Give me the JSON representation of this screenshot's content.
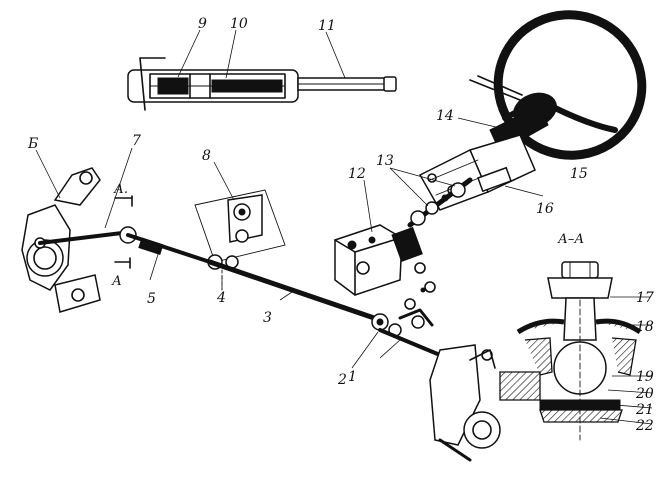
{
  "labels": {
    "n1": "1",
    "n2": "2",
    "n3": "3",
    "n4": "4",
    "n5": "5",
    "n6": "6",
    "n7": "7",
    "n8": "8",
    "n9": "9",
    "n10": "10",
    "n11": "11",
    "n12": "12",
    "n13": "13",
    "n14": "14",
    "n15": "15",
    "n16": "16",
    "n17": "17",
    "n18": "18",
    "n19": "19",
    "n20": "20",
    "n21": "21",
    "n22": "22",
    "nb": "Б"
  },
  "section": {
    "title": "А–А",
    "marker_top": "А.",
    "marker_bottom": "А"
  }
}
